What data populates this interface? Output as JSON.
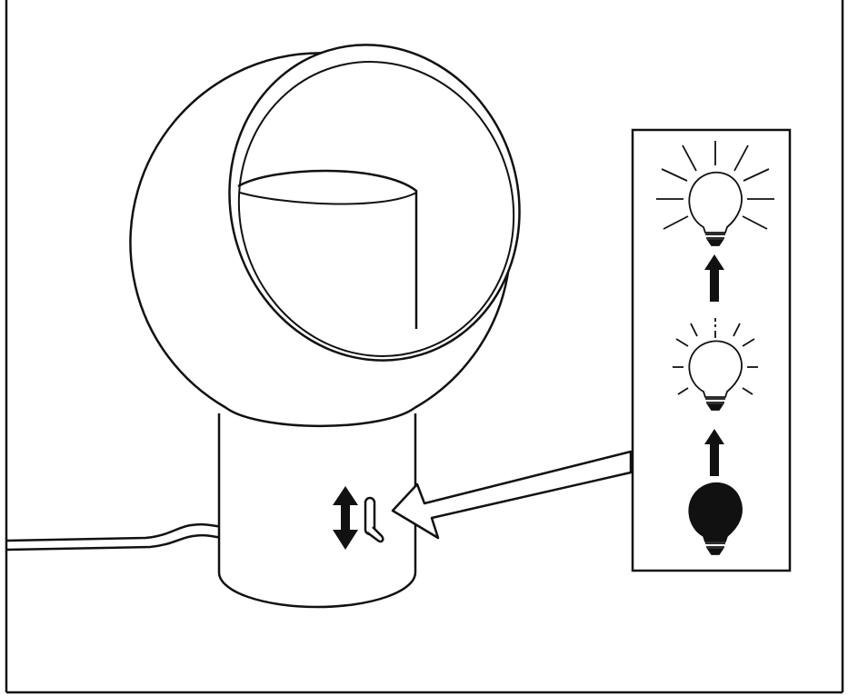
{
  "illustration": {
    "subject": "lamp-dimmer-instruction",
    "line_color": "#111111",
    "fill_dark": "#111111",
    "background": "#ffffff",
    "icons": {
      "lamp": "lamp-icon",
      "switch": "dimmer-switch-icon",
      "slide_direction": "double-arrow-icon",
      "pointer": "pointer-arrow-icon",
      "bulb_bright": "bulb-bright-icon",
      "bulb_dim": "bulb-dim-icon",
      "bulb_off": "bulb-off-icon"
    },
    "brightness_steps": [
      "off",
      "dim",
      "bright"
    ]
  }
}
